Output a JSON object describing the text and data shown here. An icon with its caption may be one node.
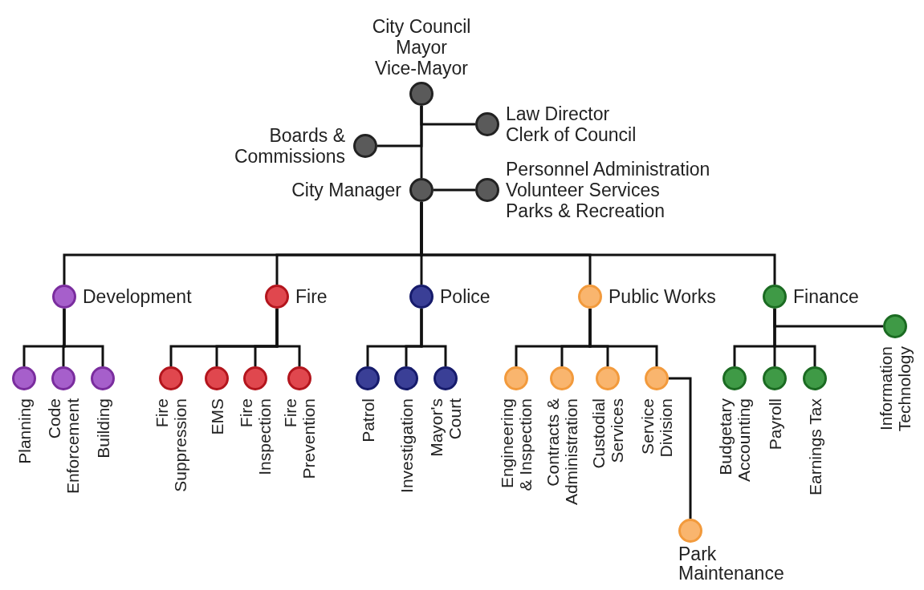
{
  "diagram": {
    "nodes": [
      {
        "text": [
          "City Council",
          "Mayor",
          "Vice-Mayor"
        ]
      },
      {
        "text": [
          "Boards & Commissions"
        ]
      },
      {
        "text": [
          "Law Director",
          "Clerk of Council"
        ]
      },
      {
        "text": [
          "City Manager"
        ]
      },
      {
        "text": [
          "Personnel Administration",
          "Volunteer Services",
          "Parks & Recreation"
        ]
      },
      {
        "text": [
          "Development"
        ]
      },
      {
        "text": [
          "Fire"
        ]
      },
      {
        "text": [
          "Police"
        ]
      },
      {
        "text": [
          "Public Works"
        ]
      },
      {
        "text": [
          "Finance"
        ]
      },
      {
        "text": [
          "Information Technology"
        ]
      },
      {
        "text": [
          "Planning"
        ]
      },
      {
        "text": [
          "Code Enforcement"
        ]
      },
      {
        "text": [
          "Building"
        ]
      },
      {
        "text": [
          "Fire Suppression"
        ]
      },
      {
        "text": [
          "EMS"
        ]
      },
      {
        "text": [
          "Fire Inspection"
        ]
      },
      {
        "text": [
          "Fire Prevention"
        ]
      },
      {
        "text": [
          "Patrol"
        ]
      },
      {
        "text": [
          "Investigation"
        ]
      },
      {
        "text": [
          "Mayor's Court"
        ]
      },
      {
        "text": [
          "Engineering & Inspection"
        ]
      },
      {
        "text": [
          "Contracts & Administration"
        ]
      },
      {
        "text": [
          "Custodial Services"
        ]
      },
      {
        "text": [
          "Service Division"
        ]
      },
      {
        "text": [
          "Park Maintenance"
        ]
      },
      {
        "text": [
          "Budgetary Accounting"
        ]
      },
      {
        "text": [
          "Payroll"
        ]
      },
      {
        "text": [
          "Earnings Tax"
        ]
      }
    ],
    "edges": [
      {
        "from": 0,
        "to": 1,
        "arrow": "none"
      },
      {
        "from": 0,
        "to": 2,
        "arrow": "none"
      },
      {
        "from": 0,
        "to": 3,
        "arrow": "none"
      },
      {
        "from": 3,
        "to": 4,
        "arrow": "none"
      },
      {
        "from": 3,
        "to": 5,
        "arrow": "none"
      },
      {
        "from": 3,
        "to": 6,
        "arrow": "none"
      },
      {
        "from": 3,
        "to": 7,
        "arrow": "none"
      },
      {
        "from": 3,
        "to": 8,
        "arrow": "none"
      },
      {
        "from": 3,
        "to": 9,
        "arrow": "none"
      },
      {
        "from": 5,
        "to": 11,
        "arrow": "none"
      },
      {
        "from": 5,
        "to": 12,
        "arrow": "none"
      },
      {
        "from": 5,
        "to": 13,
        "arrow": "none"
      },
      {
        "from": 6,
        "to": 14,
        "arrow": "none"
      },
      {
        "from": 6,
        "to": 15,
        "arrow": "none"
      },
      {
        "from": 6,
        "to": 16,
        "arrow": "none"
      },
      {
        "from": 6,
        "to": 17,
        "arrow": "none"
      },
      {
        "from": 7,
        "to": 18,
        "arrow": "none"
      },
      {
        "from": 7,
        "to": 19,
        "arrow": "none"
      },
      {
        "from": 7,
        "to": 20,
        "arrow": "none"
      },
      {
        "from": 8,
        "to": 21,
        "arrow": "none"
      },
      {
        "from": 8,
        "to": 22,
        "arrow": "none"
      },
      {
        "from": 8,
        "to": 23,
        "arrow": "none"
      },
      {
        "from": 8,
        "to": 24,
        "arrow": "none"
      },
      {
        "from": 24,
        "to": 25,
        "arrow": "none"
      },
      {
        "from": 9,
        "to": 10,
        "arrow": "none"
      },
      {
        "from": 9,
        "to": 26,
        "arrow": "none"
      },
      {
        "from": 9,
        "to": 27,
        "arrow": "none"
      },
      {
        "from": 9,
        "to": 28,
        "arrow": "none"
      }
    ]
  }
}
